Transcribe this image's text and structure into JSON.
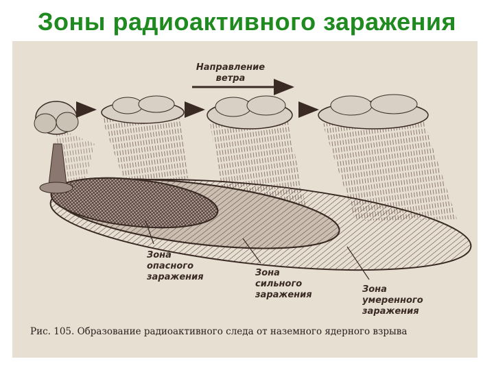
{
  "title": "Зоны радиоактивного заражения",
  "diagram": {
    "wind_label": [
      "Направление",
      "ветра"
    ],
    "zone_dangerous": [
      "Зона",
      "опасного",
      "заражения"
    ],
    "zone_strong": [
      "Зона",
      "сильного",
      "заражения"
    ],
    "zone_moderate": [
      "Зона",
      "умеренного",
      "заражения"
    ],
    "caption": "Рис. 105. Образование радиоактивного следа от наземного ядерного взрыва"
  },
  "colors": {
    "title": "#1f8a1f",
    "paper": "#e6dfd2",
    "ink": "#4a3530"
  }
}
